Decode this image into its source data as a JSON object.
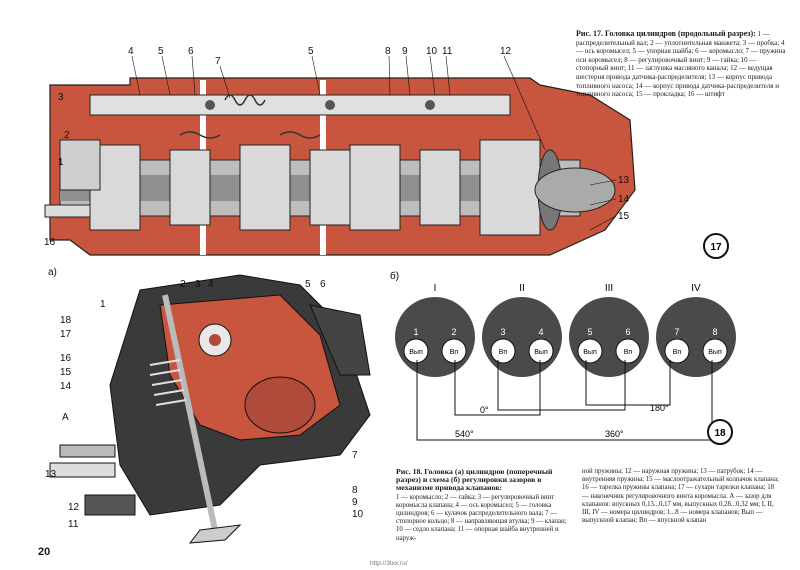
{
  "fig17": {
    "title": "Рис. 17. Головка цилиндров (продольный разрез):",
    "legend": "1 — распределительный вал; 2 — уплотнительная манжета; 3 — пробка; 4 — ось коромысел; 5 — упорная шайба; 6 — коромысло; 7 — пружина оси коромысел; 8 — регулировочный винт; 9 — гайка; 10 — стопорный винт; 11 — заглушка масляного канала; 12 — ведущая шестерня привода датчика-распределителя; 13 — корпус привода топливного насоса; 14 — корпус привода датчика-распределителя и топливного насоса; 15 — прокладка; 16 — штифт",
    "callouts": [
      "1",
      "2",
      "3",
      "4",
      "5",
      "6",
      "7",
      "5",
      "8",
      "9",
      "10",
      "11",
      "12",
      "13",
      "14",
      "15",
      "16"
    ],
    "badge": "17"
  },
  "fig18": {
    "title": "Рис. 18. Головка (а) цилиндров (поперечный разрез) и схема (б) регулировки зазоров в механизме привода клапанов:",
    "col1": "1 — коромысло; 2 — гайка; 3 — регулировочный винт коромысла клапана; 4 — ось коромысел; 5 — головка цилиндров; 6 — кулачок распределительного вала; 7 — стопорное кольцо; 8 — направляющая втулка; 9 — клапан; 10 — седло клапана; 11 — опорная шайба внутренней и наруж-",
    "col2": "ной пружины; 12 — наружная пружина; 13 — патрубок; 14 — внутренняя пружина; 15 — маслоотражательный колпачок клапана; 16 — тарелка пружины клапана; 17 — сухари тарелки клапана; 18 — наконечник регулировочного винта коромысла. А — зазор для клапанов: впускных 0,13...0,17 мм, выпускных 0,28...0,32 мм; I, II, III, IV — номера цилиндров; 1...8 — номера клапанов; Вып — выпускной клапан; Вп — впускной клапан",
    "label_a": "а)",
    "label_b": "б)",
    "label_A": "А",
    "callouts_a": [
      "1",
      "2",
      "3",
      "4",
      "5",
      "6",
      "18",
      "17",
      "16",
      "15",
      "14",
      "13",
      "12",
      "11",
      "7",
      "8",
      "9",
      "10"
    ],
    "badge": "18",
    "cylinders": [
      {
        "num": "I",
        "v1": "1",
        "t1": "Вып",
        "v2": "2",
        "t2": "Вп"
      },
      {
        "num": "II",
        "v1": "3",
        "t1": "Вп",
        "v2": "4",
        "t2": "Вып"
      },
      {
        "num": "III",
        "v1": "5",
        "t1": "Вып",
        "v2": "6",
        "t2": "Вп"
      },
      {
        "num": "IV",
        "v1": "7",
        "t1": "Вп",
        "v2": "8",
        "t2": "Вып"
      }
    ],
    "angles": [
      "0°",
      "180°",
      "540°",
      "360°"
    ]
  },
  "page_number": "20",
  "url": "http://3txx.ru/"
}
